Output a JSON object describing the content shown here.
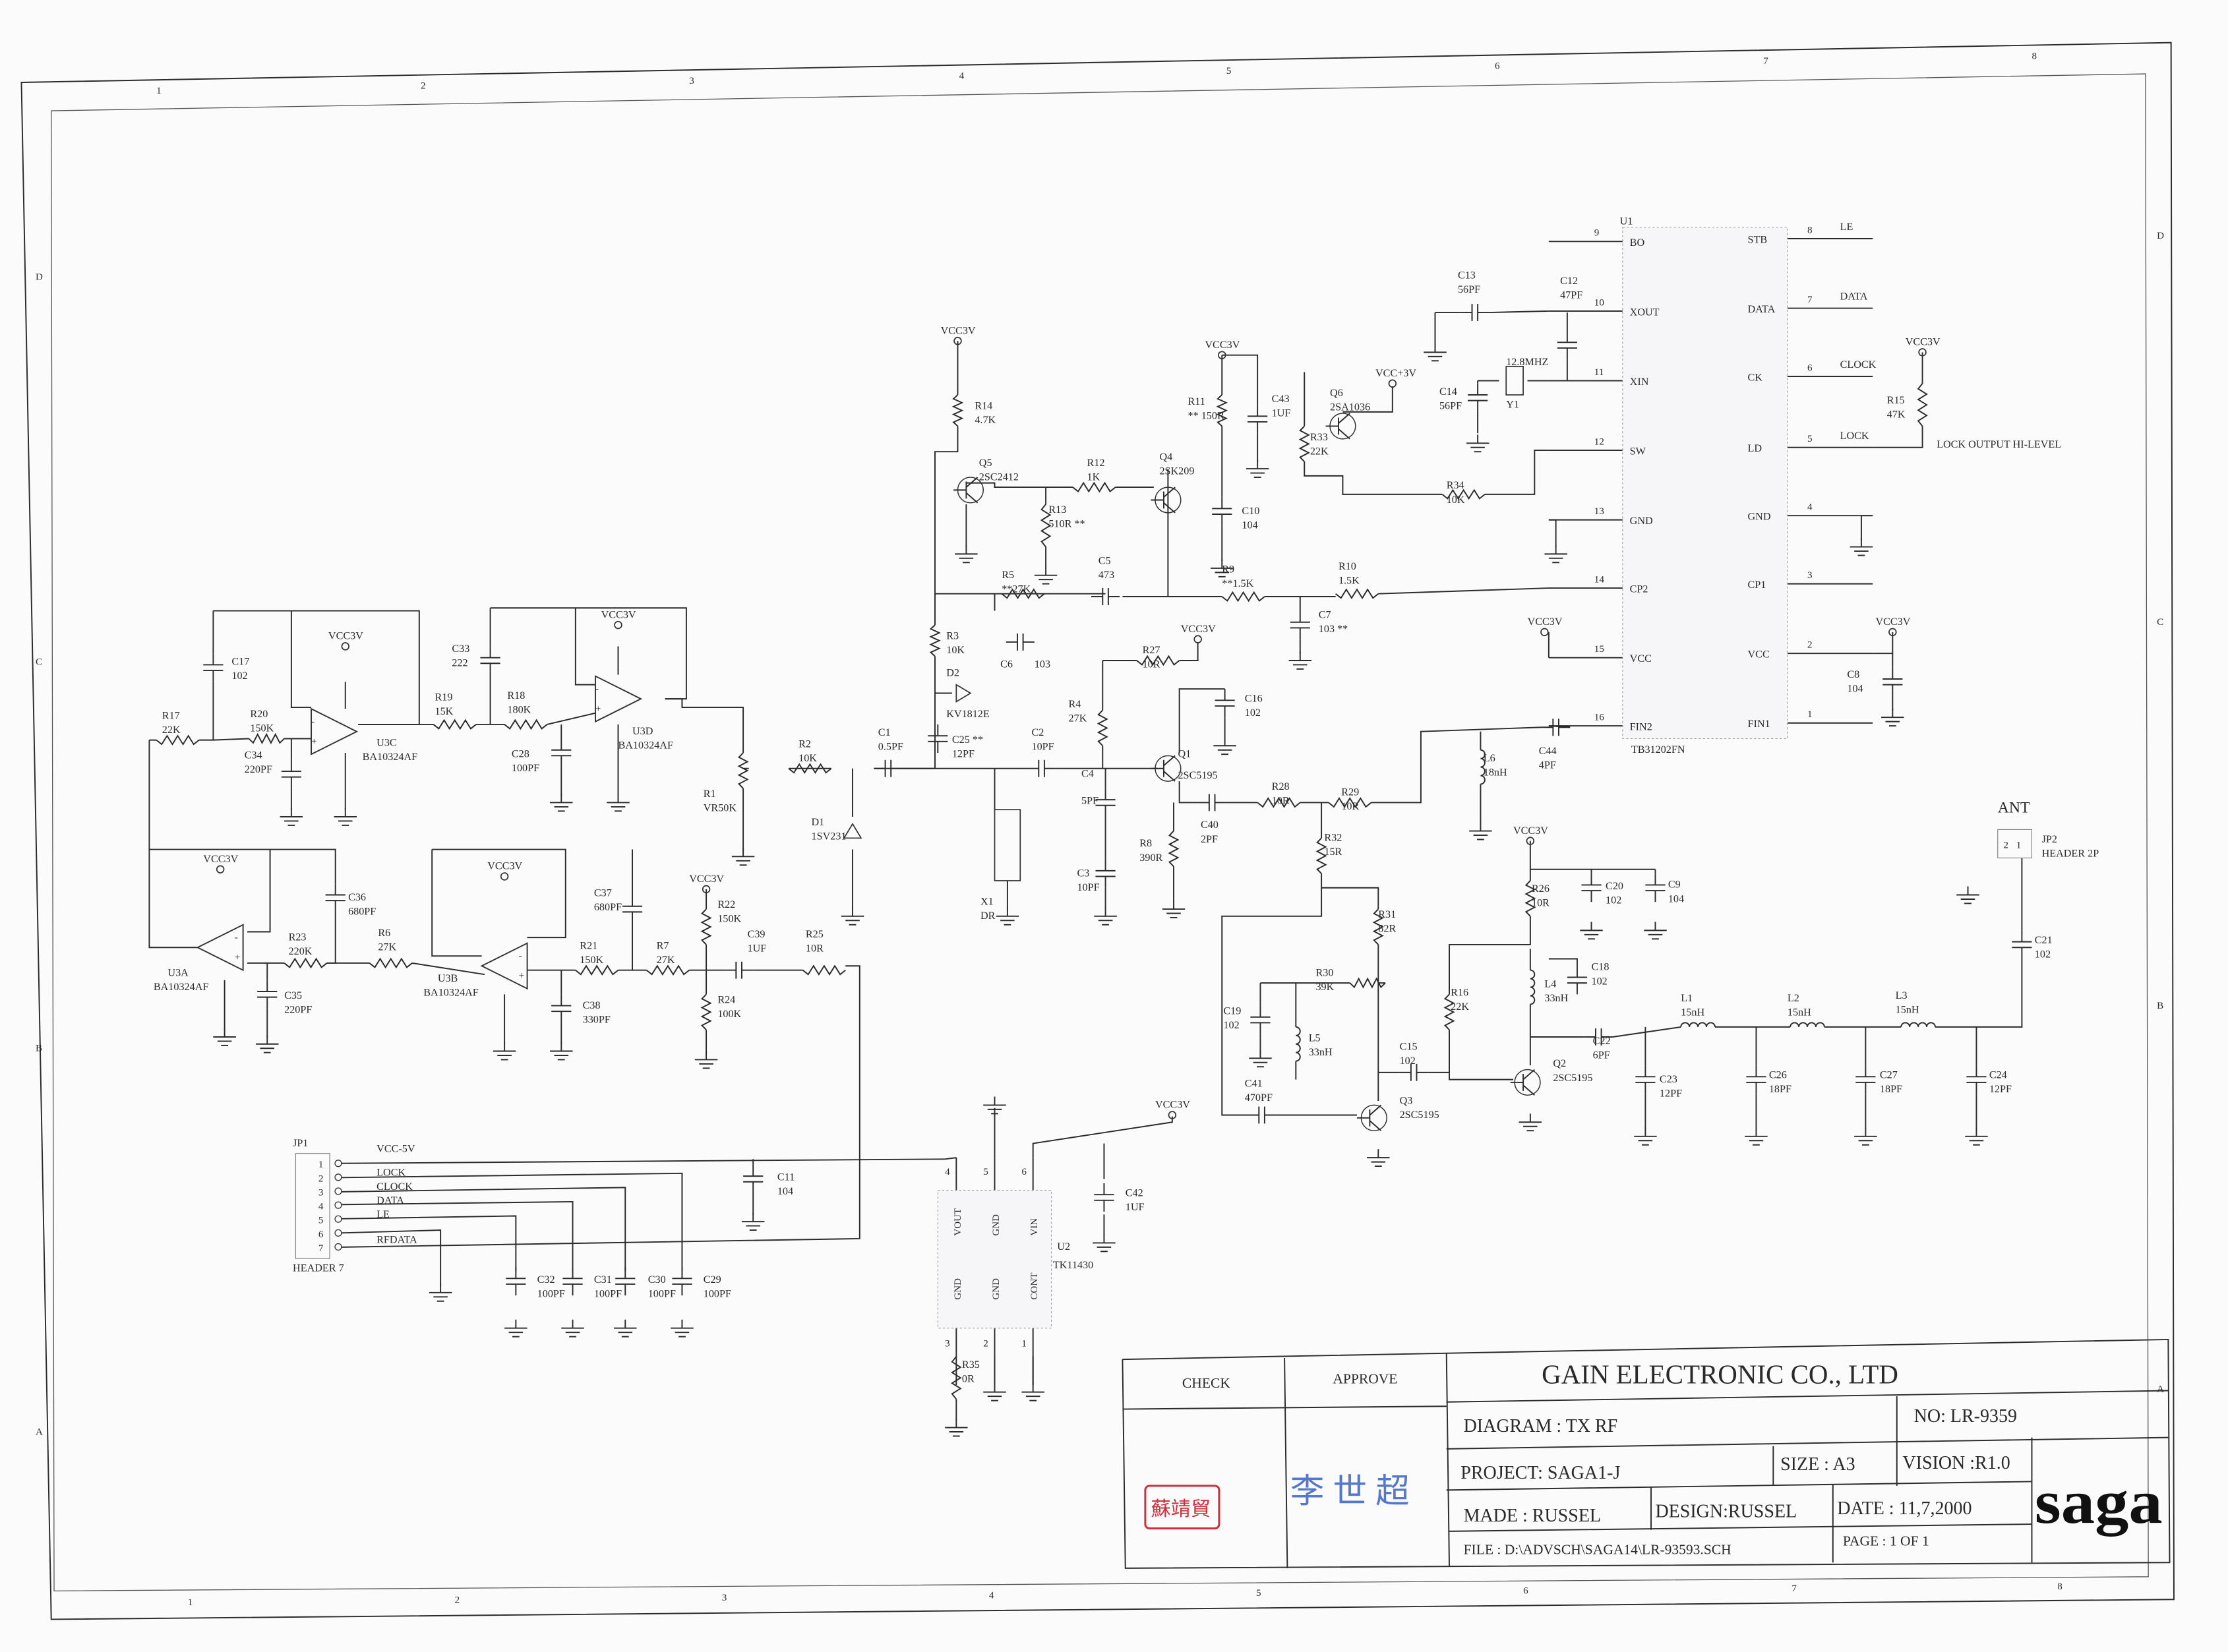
{
  "title_block": {
    "check": "CHECK",
    "approve": "APPROVE",
    "company": "GAIN ELECTRONIC CO., LTD",
    "diagram": "DIAGRAM :  TX RF",
    "number": "NO: LR-9359",
    "project": "PROJECT:  SAGA1-J",
    "size": "SIZE : A3",
    "vision": "VISION :R1.0",
    "made": "MADE : RUSSEL",
    "design": "DESIGN:RUSSEL",
    "date": "DATE : 11,7,2000",
    "file": "FILE : D:\\ADVSCH\\SAGA14\\LR-93593.SCH",
    "page": "PAGE :   1    OF    1",
    "stamp": "蘇靖貿",
    "signature": "李 世 超",
    "logo": "saga",
    "stamp_color": "#d0303a",
    "signature_color": "#3f63c8"
  },
  "border": {
    "columns": [
      "1",
      "2",
      "3",
      "4",
      "5",
      "6",
      "7",
      "8"
    ],
    "rows": [
      "D",
      "C",
      "B",
      "A"
    ]
  },
  "nets": {
    "vcc3v": "VCC3V",
    "vccp3v": "VCC+3V",
    "vcc5v": "VCC-5V",
    "lock_output": "LOCK OUTPUT HI-LEVEL",
    "ant": "ANT"
  },
  "u1": {
    "ref": "U1",
    "part": "TB31202FN",
    "left_pins": [
      {
        "num": "9",
        "name": "BO"
      },
      {
        "num": "10",
        "name": "XOUT"
      },
      {
        "num": "11",
        "name": "XIN"
      },
      {
        "num": "12",
        "name": "SW"
      },
      {
        "num": "13",
        "name": "GND"
      },
      {
        "num": "14",
        "name": "CP2"
      },
      {
        "num": "15",
        "name": "VCC"
      },
      {
        "num": "16",
        "name": "FIN2"
      }
    ],
    "right_pins": [
      {
        "num": "8",
        "name": "STB",
        "net": "LE"
      },
      {
        "num": "7",
        "name": "DATA",
        "net": "DATA"
      },
      {
        "num": "6",
        "name": "CK",
        "net": "CLOCK"
      },
      {
        "num": "5",
        "name": "LD",
        "net": "LOCK"
      },
      {
        "num": "4",
        "name": "GND",
        "net": ""
      },
      {
        "num": "3",
        "name": "CP1",
        "net": ""
      },
      {
        "num": "2",
        "name": "VCC",
        "net": ""
      },
      {
        "num": "1",
        "name": "FIN1",
        "net": ""
      }
    ]
  },
  "u2": {
    "ref": "U2",
    "part": "TK11430",
    "pins": [
      {
        "num": "4",
        "name": "VOUT"
      },
      {
        "num": "5",
        "name": "GND"
      },
      {
        "num": "6",
        "name": "VIN"
      },
      {
        "num": "3",
        "name": "GND"
      },
      {
        "num": "2",
        "name": "GND"
      },
      {
        "num": "1",
        "name": "CONT"
      }
    ]
  },
  "jp1": {
    "ref": "JP1",
    "part": "HEADER 7",
    "pins": [
      "1",
      "2",
      "3",
      "4",
      "5",
      "6",
      "7"
    ],
    "nets": [
      "LOCK",
      "CLOCK",
      "DATA",
      "LE",
      "RFDATA"
    ]
  },
  "jp2": {
    "ref": "JP2",
    "part": "HEADER 2P",
    "pins": [
      "2",
      "1"
    ]
  },
  "opamps": {
    "U3C": [
      "U3C",
      "BA10324AF"
    ],
    "U3D": [
      "U3D",
      "BA10324AF"
    ],
    "U3A": [
      "U3A",
      "BA10324AF"
    ],
    "U3B": [
      "U3B",
      "BA10324AF"
    ]
  },
  "parts": {
    "R14": [
      "R14",
      "4.7K"
    ],
    "R11": [
      "R11",
      "** 150R"
    ],
    "R33": [
      "R33",
      "22K"
    ],
    "R13": [
      "R13",
      "510R **"
    ],
    "R3": [
      "R3",
      "10K"
    ],
    "R4": [
      "R4",
      "27K"
    ],
    "R8": [
      "R8",
      "390R"
    ],
    "R32": [
      "R32",
      "15R"
    ],
    "R31": [
      "R31",
      "82R"
    ],
    "R26": [
      "R26",
      "10R"
    ],
    "R16": [
      "R16",
      "22K"
    ],
    "R22": [
      "R22",
      "150K"
    ],
    "R24": [
      "R24",
      "100K"
    ],
    "R15": [
      "R15",
      "47K"
    ],
    "R35": [
      "R35",
      "0R"
    ],
    "R1": [
      "R1",
      "VR50K"
    ],
    "R12": [
      "R12",
      "1K"
    ],
    "R5": [
      "R5",
      "**27K"
    ],
    "R9": [
      "R9",
      "**1.5K"
    ],
    "R10": [
      "R10",
      "1.5K"
    ],
    "R34": [
      "R34",
      "10K"
    ],
    "R27": [
      "R27",
      "10R"
    ],
    "R28": [
      "R28",
      "10R"
    ],
    "R29": [
      "R29",
      "10R"
    ],
    "R30": [
      "R30",
      "39K"
    ],
    "R17": [
      "R17",
      "22K"
    ],
    "R20": [
      "R20",
      "150K"
    ],
    "R19": [
      "R19",
      "15K"
    ],
    "R18": [
      "R18",
      "180K"
    ],
    "R2": [
      "R2",
      "10K"
    ],
    "R23": [
      "R23",
      "220K"
    ],
    "R6": [
      "R6",
      "27K"
    ],
    "R21": [
      "R21",
      "150K"
    ],
    "R7": [
      "R7",
      "27K"
    ],
    "R25": [
      "R25",
      "10R"
    ],
    "C13": [
      "C13",
      "56PF"
    ],
    "C12": [
      "C12",
      "47PF"
    ],
    "C14": [
      "C14",
      "56PF"
    ],
    "C43": [
      "C43",
      "1UF"
    ],
    "C10": [
      "C10",
      "104"
    ],
    "C5": [
      "C5",
      "473"
    ],
    "C7": [
      "C7",
      "103 **"
    ],
    "C6": [
      "C6",
      "103"
    ],
    "C16": [
      "C16",
      "102"
    ],
    "C1": [
      "C1",
      "0.5PF"
    ],
    "C2": [
      "C2",
      "10PF"
    ],
    "C25": [
      "C25 **",
      "12PF"
    ],
    "C4": [
      "C4",
      "5PF"
    ],
    "C3": [
      "C3",
      "10PF"
    ],
    "C40": [
      "C40",
      "2PF"
    ],
    "C44": [
      "C44",
      "4PF"
    ],
    "C8": [
      "C8",
      "104"
    ],
    "C17": [
      "C17",
      "102"
    ],
    "C33": [
      "C33",
      "222"
    ],
    "C34": [
      "C34",
      "220PF"
    ],
    "C28": [
      "C28",
      "100PF"
    ],
    "C36": [
      "C36",
      "680PF"
    ],
    "C35": [
      "C35",
      "220PF"
    ],
    "C37": [
      "C37",
      "680PF"
    ],
    "C38": [
      "C38",
      "330PF"
    ],
    "C39": [
      "C39",
      "1UF"
    ],
    "C20": [
      "C20",
      "102"
    ],
    "C9": [
      "C9",
      "104"
    ],
    "C18": [
      "C18",
      "102"
    ],
    "C19": [
      "C19",
      "102"
    ],
    "C22": [
      "C22",
      "6PF"
    ],
    "C15": [
      "C15",
      "102"
    ],
    "C41": [
      "C41",
      "470PF"
    ],
    "C23": [
      "C23",
      "12PF"
    ],
    "C26": [
      "C26",
      "18PF"
    ],
    "C27": [
      "C27",
      "18PF"
    ],
    "C24": [
      "C24",
      "12PF"
    ],
    "C21": [
      "C21",
      "102"
    ],
    "C11": [
      "C11",
      "104"
    ],
    "C42": [
      "C42",
      "1UF"
    ],
    "C32": [
      "C32",
      "100PF"
    ],
    "C31": [
      "C31",
      "100PF"
    ],
    "C30": [
      "C30",
      "100PF"
    ],
    "C29": [
      "C29",
      "100PF"
    ],
    "L6": [
      "L6",
      "18nH"
    ],
    "L5": [
      "L5",
      "33nH"
    ],
    "L4": [
      "L4",
      "33nH"
    ],
    "L1": [
      "L1",
      "15nH"
    ],
    "L2": [
      "L2",
      "15nH"
    ],
    "L3": [
      "L3",
      "15nH"
    ],
    "Q5": [
      "Q5",
      "2SC2412"
    ],
    "Q4": [
      "Q4",
      "2SK209"
    ],
    "Q6": [
      "Q6",
      "2SA1036"
    ],
    "Q1": [
      "Q1",
      "2SC5195"
    ],
    "Q2": [
      "Q2",
      "2SC5195"
    ],
    "Q3": [
      "Q3",
      "2SC5195"
    ],
    "Y1": [
      "12.8MHZ",
      "Y1"
    ],
    "X1": [
      "X1",
      "DR"
    ],
    "D1": [
      "D1",
      "1SV231"
    ],
    "D2": [
      "D2",
      "KV1812E"
    ]
  }
}
